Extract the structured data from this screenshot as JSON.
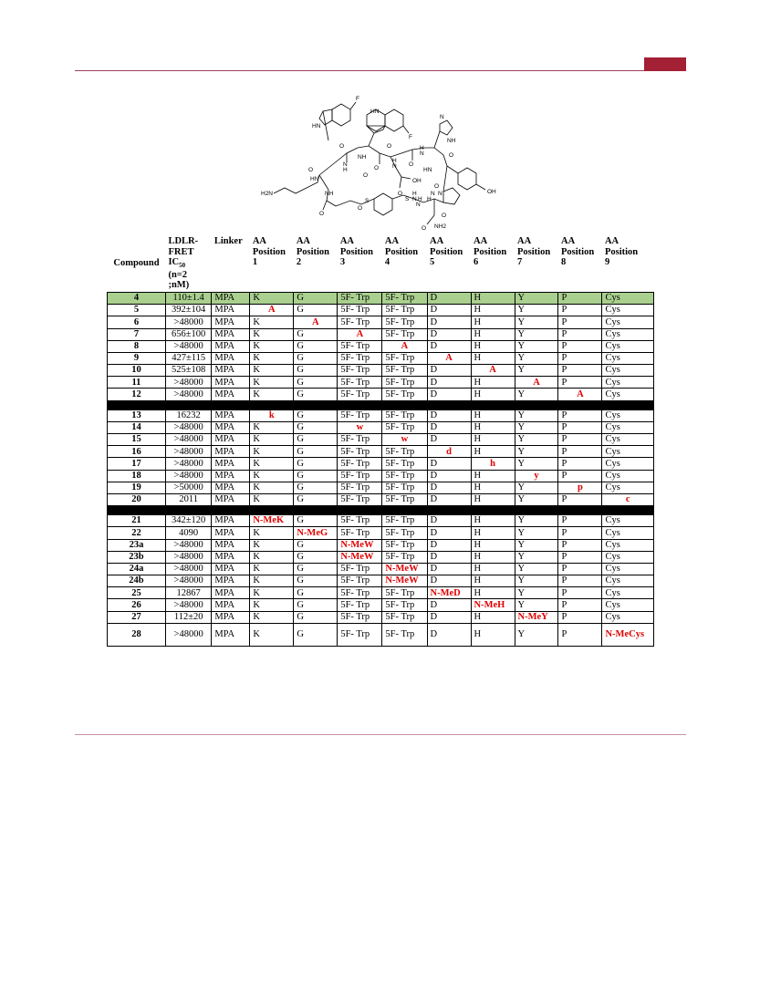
{
  "structure": {
    "labels": [
      "F",
      "HN",
      "HN",
      "F",
      "NH",
      "N",
      "H",
      "N",
      "O",
      "NH",
      "O",
      "N",
      "H",
      "O",
      "N",
      "H",
      "O",
      "HN",
      "O",
      "O",
      "OH",
      "O",
      "O",
      "N",
      "H",
      "HN",
      "O",
      "NH",
      "O",
      "OH",
      "H2N",
      "N",
      "H",
      "O",
      "S",
      "S",
      "H",
      "N",
      "O",
      "O",
      "NH2",
      "N"
    ]
  },
  "table": {
    "headers": [
      [
        "Compound"
      ],
      [
        "LDLR-",
        "FRET",
        "IC50",
        "(n=2",
        ";nM)"
      ],
      [
        "Linker"
      ],
      [
        "AA",
        "Position",
        "1"
      ],
      [
        "AA",
        "Position",
        "2"
      ],
      [
        "AA",
        "Position",
        "3"
      ],
      [
        "AA",
        "Position",
        "4"
      ],
      [
        "AA",
        "Position",
        "5"
      ],
      [
        "AA",
        "Position",
        "6"
      ],
      [
        "AA",
        "Position",
        "7"
      ],
      [
        "AA",
        "Position",
        "8"
      ],
      [
        "AA",
        "Position",
        "9"
      ]
    ],
    "groups": [
      [
        {
          "compound": "4",
          "ic50": "110±1.4",
          "linker": "MPA",
          "aa": [
            "K",
            "G",
            "5F- Trp",
            "5F- Trp",
            "D",
            "H",
            "Y",
            "P",
            "Cys"
          ],
          "mod": [],
          "highlight": true
        },
        {
          "compound": "5",
          "ic50": "392±104",
          "linker": "MPA",
          "aa": [
            "A",
            "G",
            "5F- Trp",
            "5F- Trp",
            "D",
            "H",
            "Y",
            "P",
            "Cys"
          ],
          "mod": [
            0
          ]
        },
        {
          "compound": "6",
          "ic50": ">48000",
          "linker": "MPA",
          "aa": [
            "K",
            "A",
            "5F- Trp",
            "5F- Trp",
            "D",
            "H",
            "Y",
            "P",
            "Cys"
          ],
          "mod": [
            1
          ]
        },
        {
          "compound": "7",
          "ic50": "656±100",
          "linker": "MPA",
          "aa": [
            "K",
            "G",
            "A",
            "5F- Trp",
            "D",
            "H",
            "Y",
            "P",
            "Cys"
          ],
          "mod": [
            2
          ]
        },
        {
          "compound": "8",
          "ic50": ">48000",
          "linker": "MPA",
          "aa": [
            "K",
            "G",
            "5F- Trp",
            "A",
            "D",
            "H",
            "Y",
            "P",
            "Cys"
          ],
          "mod": [
            3
          ]
        },
        {
          "compound": "9",
          "ic50": "427±115",
          "linker": "MPA",
          "aa": [
            "K",
            "G",
            "5F- Trp",
            "5F- Trp",
            "A",
            "H",
            "Y",
            "P",
            "Cys"
          ],
          "mod": [
            4
          ]
        },
        {
          "compound": "10",
          "ic50": "525±108",
          "linker": "MPA",
          "aa": [
            "K",
            "G",
            "5F- Trp",
            "5F- Trp",
            "D",
            "A",
            "Y",
            "P",
            "Cys"
          ],
          "mod": [
            5
          ]
        },
        {
          "compound": "11",
          "ic50": ">48000",
          "linker": "MPA",
          "aa": [
            "K",
            "G",
            "5F- Trp",
            "5F- Trp",
            "D",
            "H",
            "A",
            "P",
            "Cys"
          ],
          "mod": [
            6
          ]
        },
        {
          "compound": "12",
          "ic50": ">48000",
          "linker": "MPA",
          "aa": [
            "K",
            "G",
            "5F- Trp",
            "5F- Trp",
            "D",
            "H",
            "Y",
            "A",
            "Cys"
          ],
          "mod": [
            7
          ]
        }
      ],
      [
        {
          "compound": "13",
          "ic50": "16232",
          "linker": "MPA",
          "aa": [
            "k",
            "G",
            "5F- Trp",
            "5F- Trp",
            "D",
            "H",
            "Y",
            "P",
            "Cys"
          ],
          "mod": [
            0
          ]
        },
        {
          "compound": "14",
          "ic50": ">48000",
          "linker": "MPA",
          "aa": [
            "K",
            "G",
            "w",
            "5F- Trp",
            "D",
            "H",
            "Y",
            "P",
            "Cys"
          ],
          "mod": [
            2
          ]
        },
        {
          "compound": "15",
          "ic50": ">48000",
          "linker": "MPA",
          "aa": [
            "K",
            "G",
            "5F- Trp",
            "w",
            "D",
            "H",
            "Y",
            "P",
            "Cys"
          ],
          "mod": [
            3
          ]
        },
        {
          "compound": "16",
          "ic50": ">48000",
          "linker": "MPA",
          "aa": [
            "K",
            "G",
            "5F- Trp",
            "5F- Trp",
            "d",
            "H",
            "Y",
            "P",
            "Cys"
          ],
          "mod": [
            4
          ]
        },
        {
          "compound": "17",
          "ic50": ">48000",
          "linker": "MPA",
          "aa": [
            "K",
            "G",
            "5F- Trp",
            "5F- Trp",
            "D",
            "h",
            "Y",
            "P",
            "Cys"
          ],
          "mod": [
            5
          ]
        },
        {
          "compound": "18",
          "ic50": ">48000",
          "linker": "MPA",
          "aa": [
            "K",
            "G",
            "5F- Trp",
            "5F- Trp",
            "D",
            "H",
            "y",
            "P",
            "Cys"
          ],
          "mod": [
            6
          ]
        },
        {
          "compound": "19",
          "ic50": ">50000",
          "linker": "MPA",
          "aa": [
            "K",
            "G",
            "5F- Trp",
            "5F- Trp",
            "D",
            "H",
            "Y",
            "p",
            "Cys"
          ],
          "mod": [
            7
          ]
        },
        {
          "compound": "20",
          "ic50": "2011",
          "linker": "MPA",
          "aa": [
            "K",
            "G",
            "5F- Trp",
            "5F- Trp",
            "D",
            "H",
            "Y",
            "P",
            "c"
          ],
          "mod": [
            8
          ]
        }
      ],
      [
        {
          "compound": "21",
          "ic50": "342±120",
          "linker": "MPA",
          "aa": [
            "N-MeK",
            "G",
            "5F- Trp",
            "5F- Trp",
            "D",
            "H",
            "Y",
            "P",
            "Cys"
          ],
          "mod": [
            0
          ]
        },
        {
          "compound": "22",
          "ic50": "4090",
          "linker": "MPA",
          "aa": [
            "K",
            "N-MeG",
            "5F- Trp",
            "5F- Trp",
            "D",
            "H",
            "Y",
            "P",
            "Cys"
          ],
          "mod": [
            1
          ]
        },
        {
          "compound": "23a",
          "ic50": ">48000",
          "linker": "MPA",
          "aa": [
            "K",
            "G",
            "N-MeW",
            "5F- Trp",
            "D",
            "H",
            "Y",
            "P",
            "Cys"
          ],
          "mod": [
            2
          ]
        },
        {
          "compound": "23b",
          "ic50": ">48000",
          "linker": "MPA",
          "aa": [
            "K",
            "G",
            "N-MeW",
            "5F- Trp",
            "D",
            "H",
            "Y",
            "P",
            "Cys"
          ],
          "mod": [
            2
          ]
        },
        {
          "compound": "24a",
          "ic50": ">48000",
          "linker": "MPA",
          "aa": [
            "K",
            "G",
            "5F- Trp",
            "N-MeW",
            "D",
            "H",
            "Y",
            "P",
            "Cys"
          ],
          "mod": [
            3
          ]
        },
        {
          "compound": "24b",
          "ic50": ">48000",
          "linker": "MPA",
          "aa": [
            "K",
            "G",
            "5F- Trp",
            "N-MeW",
            "D",
            "H",
            "Y",
            "P",
            "Cys"
          ],
          "mod": [
            3
          ]
        },
        {
          "compound": "25",
          "ic50": "12867",
          "linker": "MPA",
          "aa": [
            "K",
            "G",
            "5F- Trp",
            "5F- Trp",
            "N-MeD",
            "H",
            "Y",
            "P",
            "Cys"
          ],
          "mod": [
            4
          ]
        },
        {
          "compound": "26",
          "ic50": ">48000",
          "linker": "MPA",
          "aa": [
            "K",
            "G",
            "5F- Trp",
            "5F- Trp",
            "D",
            "N-MeH",
            "Y",
            "P",
            "Cys"
          ],
          "mod": [
            5
          ]
        },
        {
          "compound": "27",
          "ic50": "112±20",
          "linker": "MPA",
          "aa": [
            "K",
            "G",
            "5F- Trp",
            "5F- Trp",
            "D",
            "H",
            "N-MeY",
            "P",
            "Cys"
          ],
          "mod": [
            6
          ]
        },
        {
          "compound": "28",
          "ic50": ">48000",
          "linker": "MPA",
          "aa": [
            "K",
            "G",
            "5F- Trp",
            "5F- Trp",
            "D",
            "H",
            "Y",
            "P",
            "N-MeCys"
          ],
          "mod": [
            8
          ],
          "tall": true
        }
      ]
    ]
  }
}
